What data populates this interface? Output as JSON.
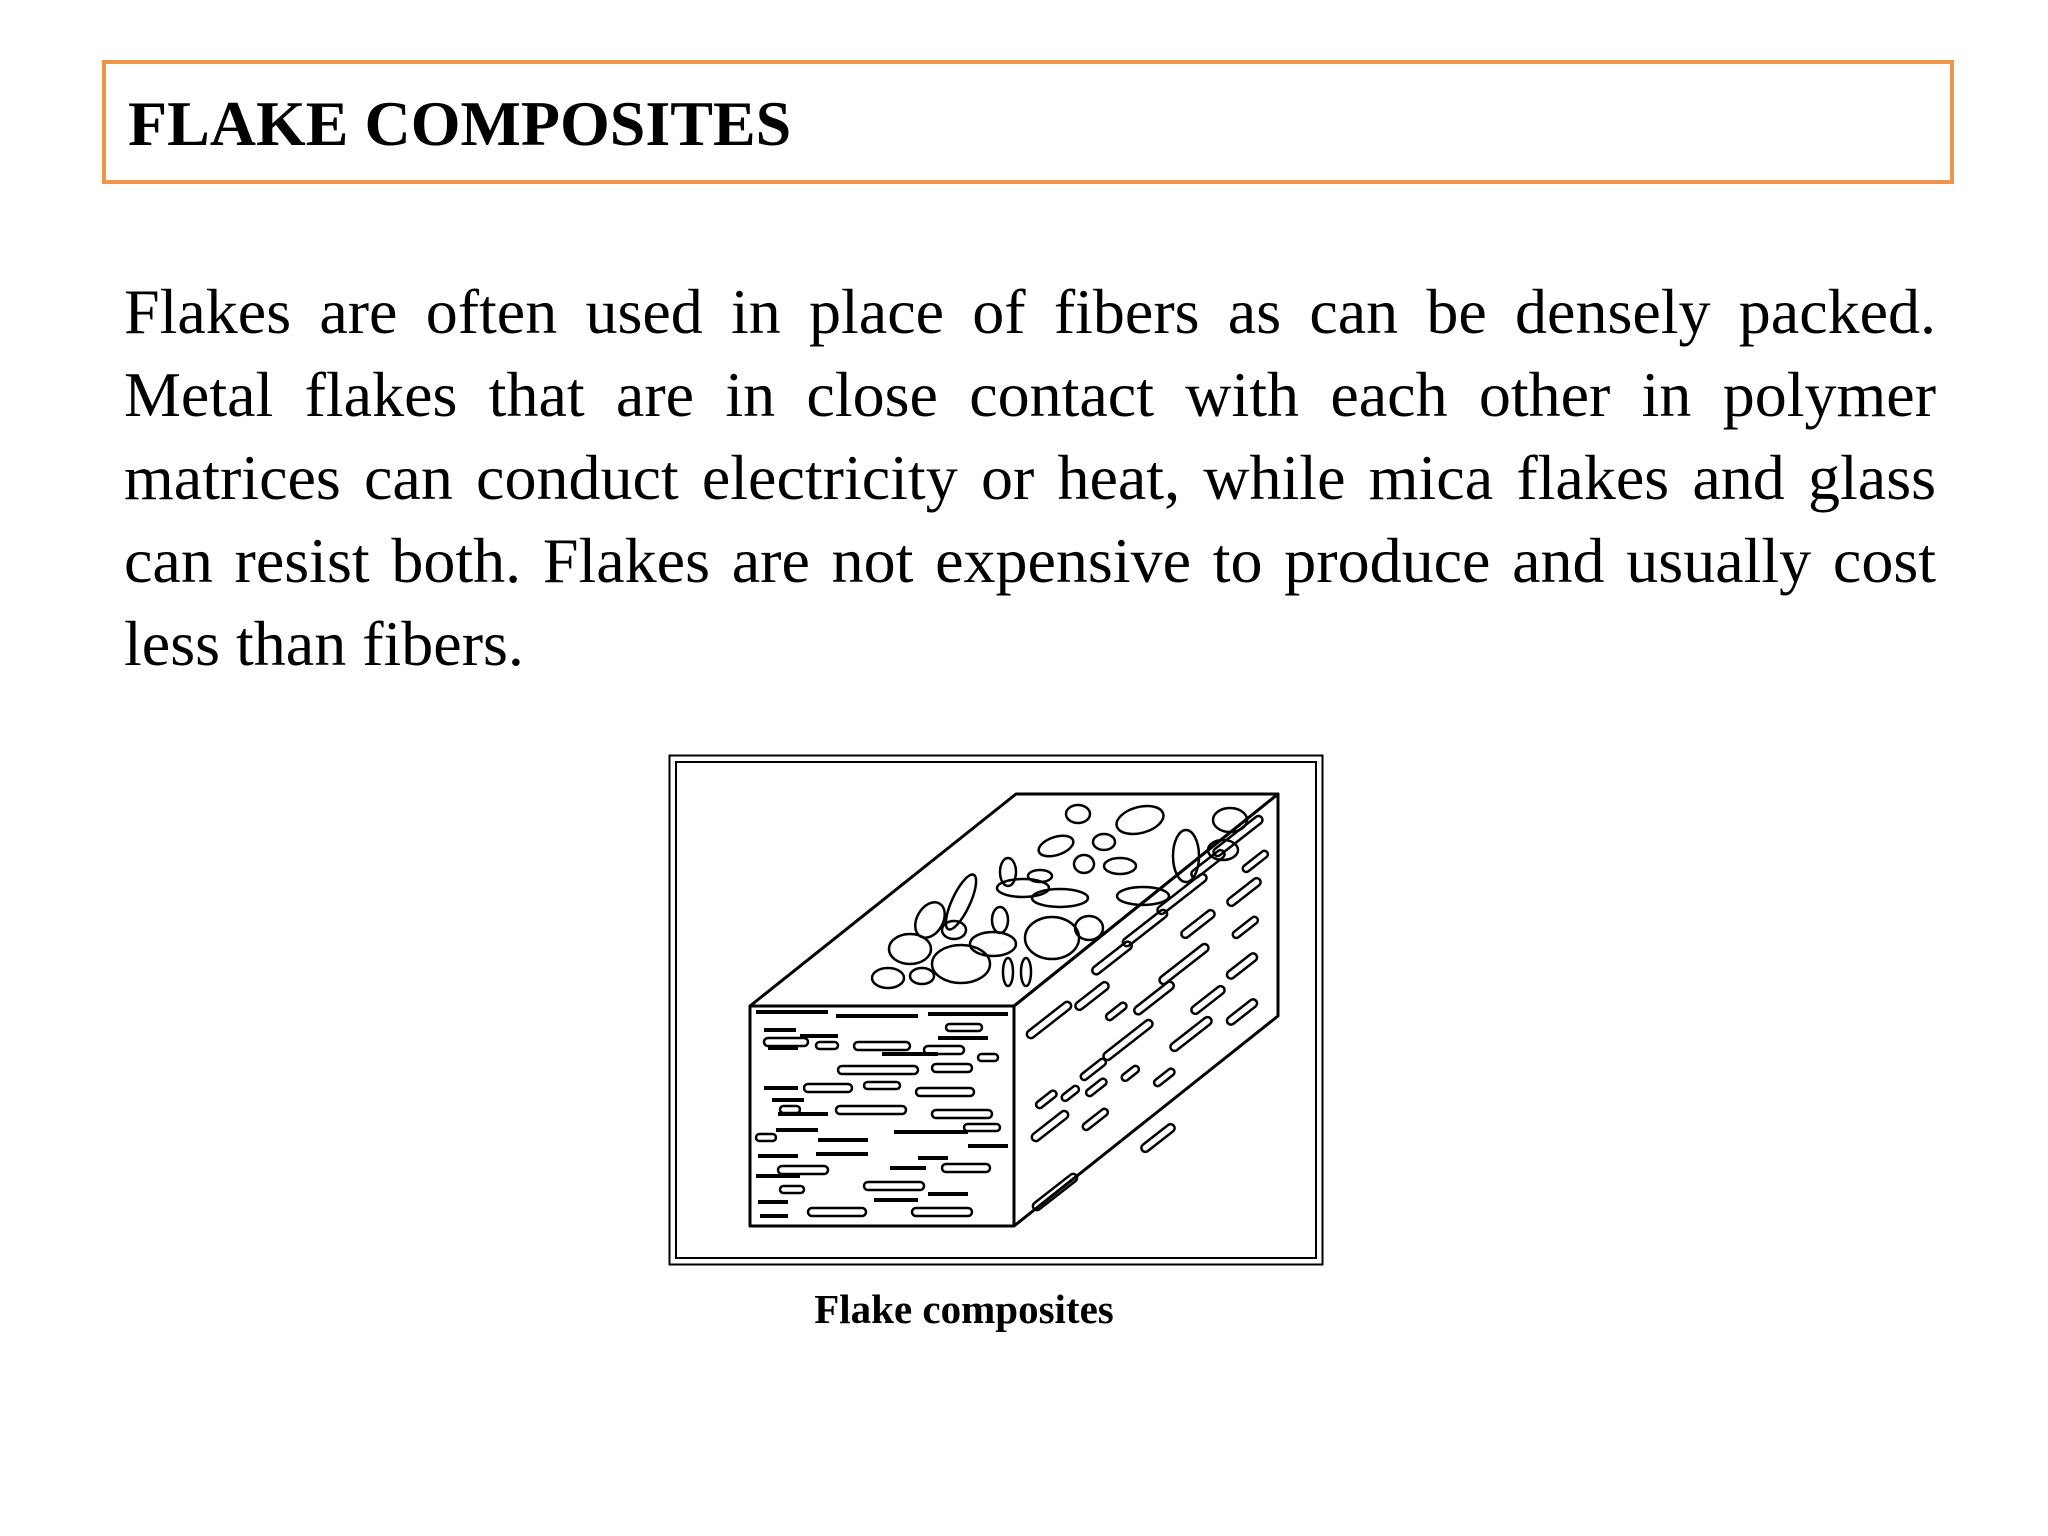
{
  "slide": {
    "title": "FLAKE COMPOSITES",
    "body": "Flakes are often used in place of fibers as can be densely packed. Metal flakes that are in close contact with each other in polymer matrices can conduct electricity or heat, while mica flakes and glass can resist both. Flakes are not expensive to produce and usually cost less than fibers.",
    "figure": {
      "caption": "Flake composites"
    }
  },
  "colors": {
    "title_border": "#f0964a",
    "text": "#000000",
    "background": "#ffffff"
  }
}
